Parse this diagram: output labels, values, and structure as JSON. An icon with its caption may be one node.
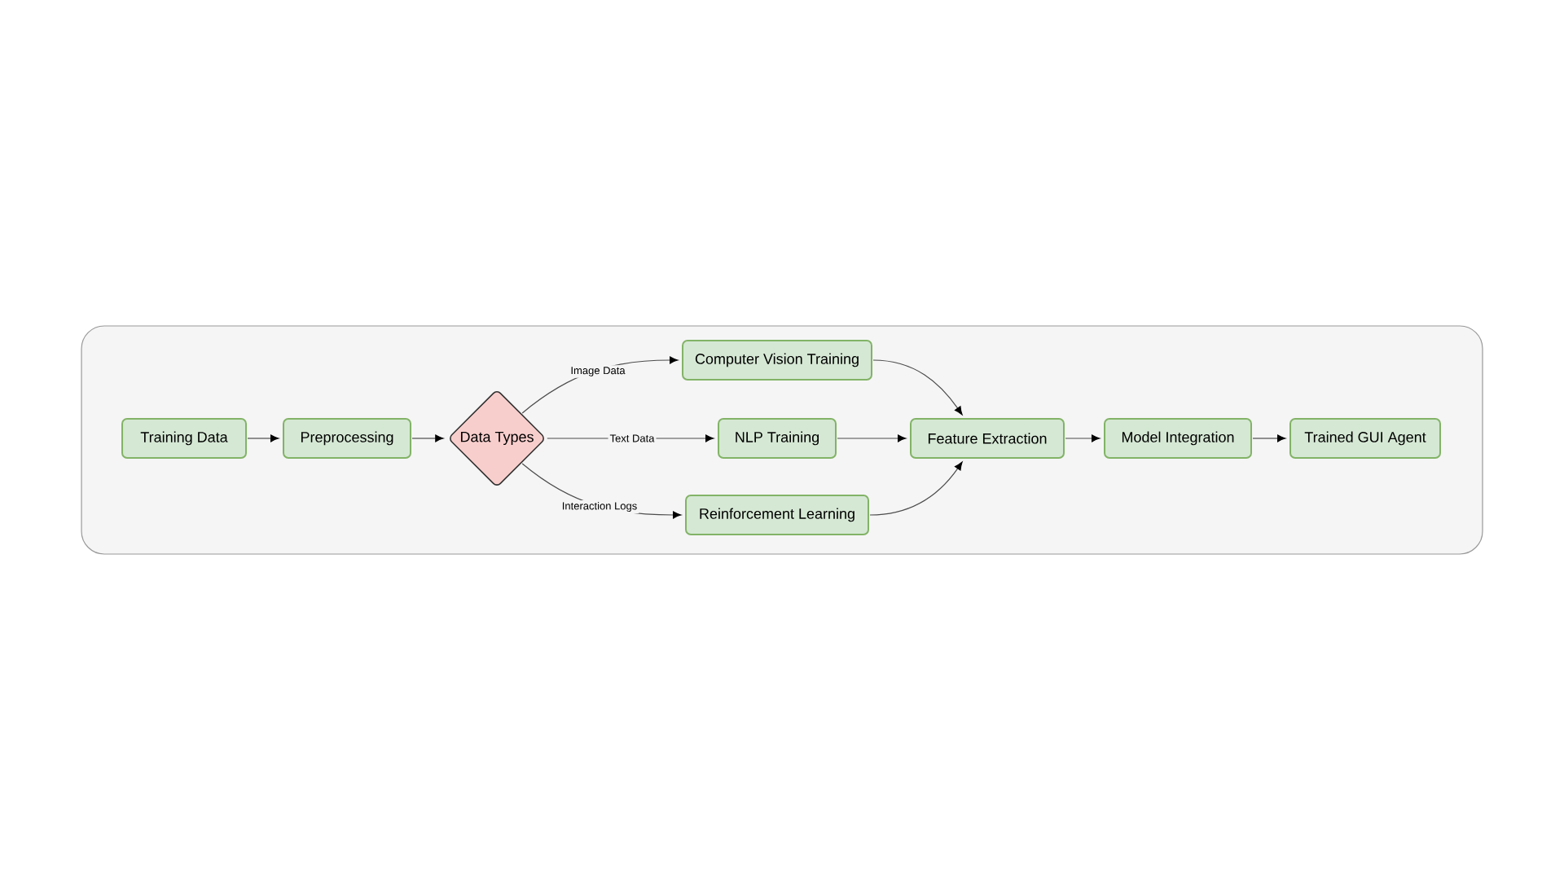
{
  "diagram": {
    "nodes": [
      {
        "text": [
          "Training Data"
        ]
      },
      {
        "text": [
          "Preprocessing"
        ]
      },
      {
        "text": [
          "Data Types"
        ]
      },
      {
        "text": [
          "Computer Vision Training"
        ]
      },
      {
        "text": [
          "NLP Training"
        ]
      },
      {
        "text": [
          "Reinforcement Learning"
        ]
      },
      {
        "text": [
          "Feature Extraction"
        ]
      },
      {
        "text": [
          "Model Integration"
        ]
      },
      {
        "text": [
          "Trained GUI Agent"
        ]
      }
    ],
    "edges": [
      {
        "from": 0,
        "to": 1,
        "arrow": "to"
      },
      {
        "from": 1,
        "to": 2,
        "arrow": "to"
      },
      {
        "from": 2,
        "to": 3,
        "arrow": "to",
        "label": "Image Data"
      },
      {
        "from": 2,
        "to": 4,
        "arrow": "to",
        "label": "Text Data"
      },
      {
        "from": 2,
        "to": 5,
        "arrow": "to",
        "label": "Interaction Logs"
      },
      {
        "from": 3,
        "to": 6,
        "arrow": "to"
      },
      {
        "from": 4,
        "to": 6,
        "arrow": "to"
      },
      {
        "from": 5,
        "to": 6,
        "arrow": "to"
      },
      {
        "from": 6,
        "to": 7,
        "arrow": "to"
      },
      {
        "from": 7,
        "to": 8,
        "arrow": "to"
      }
    ]
  }
}
